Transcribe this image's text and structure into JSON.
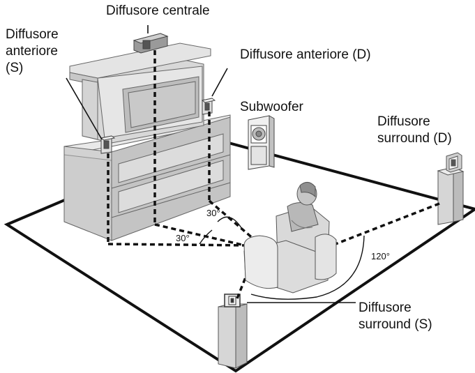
{
  "labels": {
    "center": "Diffusore centrale",
    "front_left_line1": "Diffusore",
    "front_left_line2": "anteriore",
    "front_left_line3": "(S)",
    "front_right": "Diffusore anteriore (D)",
    "subwoofer": "Subwoofer",
    "surround_right_line1": "Diffusore",
    "surround_right_line2": "surround (D)",
    "surround_left_line1": "Diffusore",
    "surround_left_line2": "surround (S)"
  },
  "angles": {
    "front_upper": "30°",
    "front_lower": "30°",
    "surround": "120°"
  },
  "colors": {
    "line": "#111111",
    "furniture_light": "#e4e4e4",
    "furniture_mid": "#cfcfcf",
    "furniture_dark": "#b5b5b5",
    "floor": "#ffffff"
  }
}
